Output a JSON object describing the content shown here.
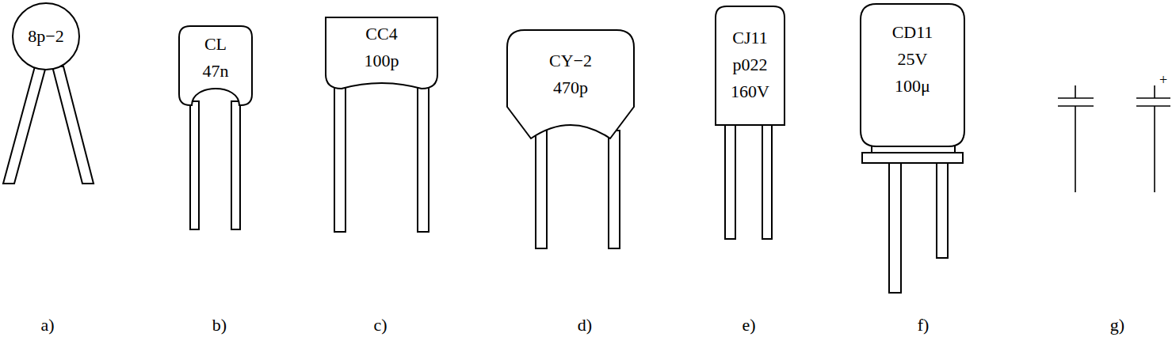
{
  "diagram": {
    "nodes": [
      {
        "text": [
          "8p−2"
        ]
      },
      {
        "text": [
          "CL",
          "47n"
        ]
      },
      {
        "text": [
          "CC4",
          "100p"
        ]
      },
      {
        "text": [
          "CY−2",
          "470p"
        ]
      },
      {
        "text": [
          "CJ11",
          "p022",
          "160V"
        ]
      },
      {
        "text": [
          "CD11",
          "25V",
          "100μ"
        ]
      }
    ],
    "labels": [
      "a)",
      "b)",
      "c)",
      "d)",
      "e)",
      "f)",
      "g)",
      "+"
    ]
  }
}
